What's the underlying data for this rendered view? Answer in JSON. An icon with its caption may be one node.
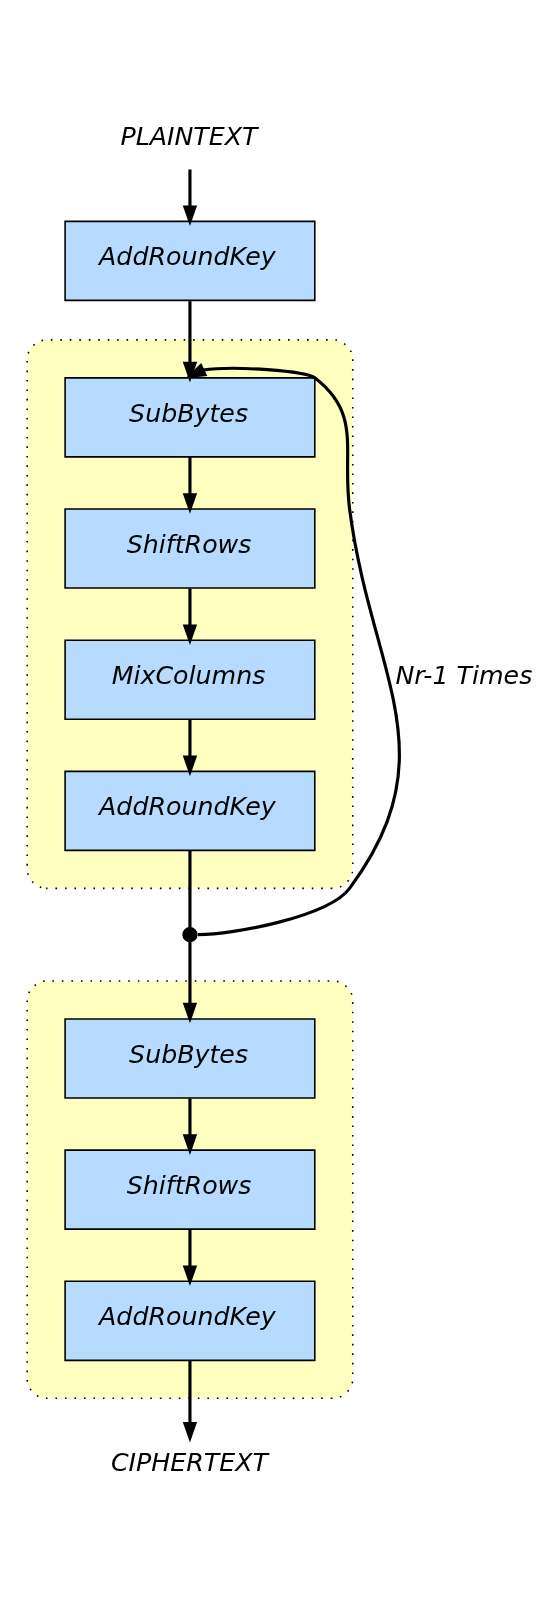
{
  "diagram": {
    "nodes": [
      {
        "text": [
          "PLAINTEXT"
        ]
      },
      {
        "text": [
          "AddRoundKey"
        ]
      },
      {
        "text": [],
        "shape": "box"
      },
      {
        "text": [
          "SubBytes"
        ],
        "in": 2
      },
      {
        "text": [
          "ShiftRows"
        ],
        "in": 2
      },
      {
        "text": [
          "MixColumns"
        ],
        "in": 2
      },
      {
        "text": [
          "AddRoundKey"
        ],
        "in": 2
      },
      {
        "text": [],
        "shape": "circle"
      },
      {
        "text": [],
        "shape": "box"
      },
      {
        "text": [
          "SubBytes"
        ],
        "in": 8
      },
      {
        "text": [
          "ShiftRows"
        ],
        "in": 8
      },
      {
        "text": [
          "AddRoundKey"
        ],
        "in": 8
      },
      {
        "text": [
          "CIPHERTEXT"
        ]
      }
    ],
    "edges": [
      {
        "from": 0,
        "to": 1,
        "arrow": "to"
      },
      {
        "from": 1,
        "to": 3,
        "arrow": "to"
      },
      {
        "from": 3,
        "to": 4,
        "arrow": "to"
      },
      {
        "from": 4,
        "to": 5,
        "arrow": "to"
      },
      {
        "from": 5,
        "to": 6,
        "arrow": "to"
      },
      {
        "from": 6,
        "to": 7,
        "arrow": "none"
      },
      {
        "from": 7,
        "to": 9,
        "arrow": "to"
      },
      {
        "from": 7,
        "to": 3,
        "arrow": "to",
        "label": "Nr-1 Times"
      },
      {
        "from": 9,
        "to": 10,
        "arrow": "to"
      },
      {
        "from": 10,
        "to": 11,
        "arrow": "to"
      },
      {
        "from": 11,
        "to": 12,
        "arrow": "to"
      }
    ]
  }
}
